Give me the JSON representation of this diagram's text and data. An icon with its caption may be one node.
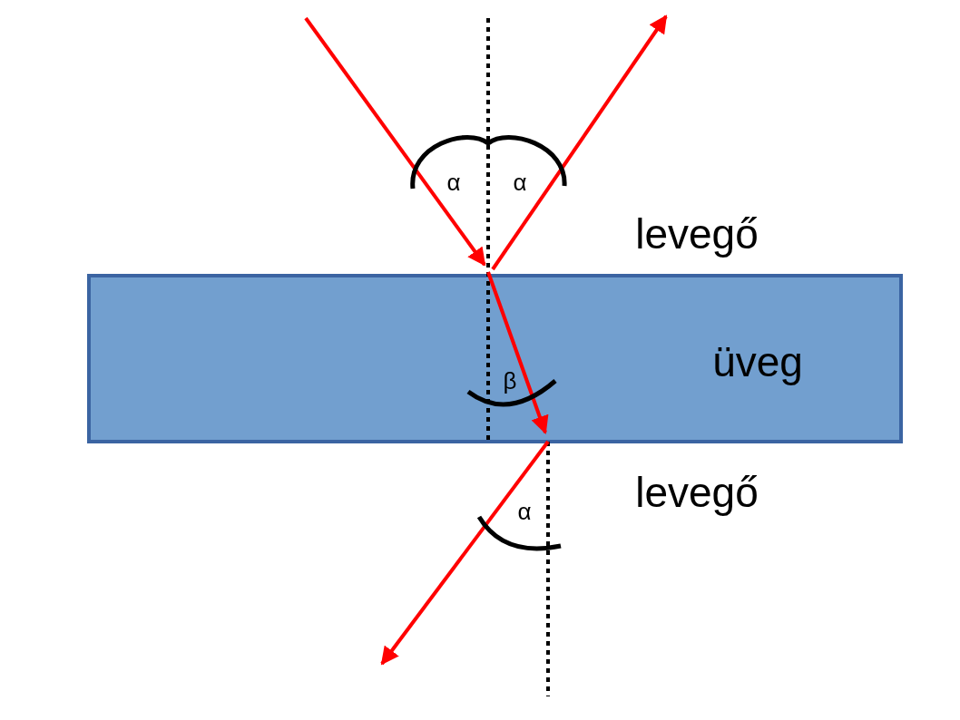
{
  "diagram": {
    "nodes": [
      {
        "text": [
          "üveg"
        ]
      }
    ],
    "labels": [
      "α",
      "α",
      "levegő",
      "β",
      "levegő",
      "α"
    ]
  }
}
